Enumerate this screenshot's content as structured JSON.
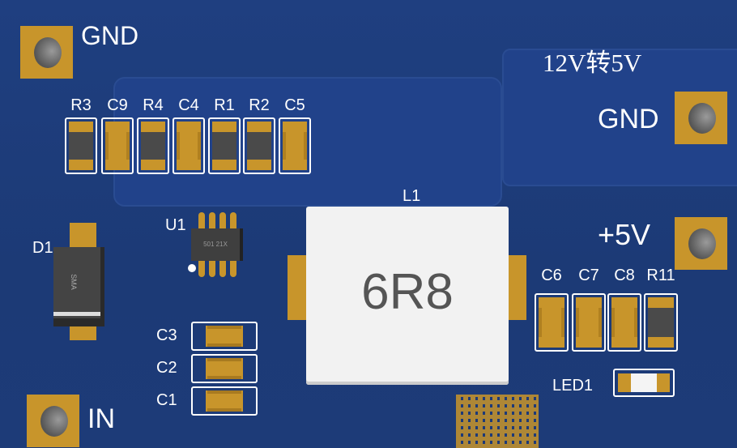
{
  "colors": {
    "board": "#1d3a78",
    "copper": "#c8952b",
    "silkscreen": "#ffffff",
    "inductor_body": "#f2f2f2"
  },
  "title": "12V转5V",
  "pads": {
    "gnd_top_left": "GND",
    "gnd_right": "GND",
    "plus5v": "+5V",
    "input": "IN"
  },
  "top_row": [
    {
      "ref": "R3",
      "type": "resistor"
    },
    {
      "ref": "C9",
      "type": "capacitor"
    },
    {
      "ref": "R4",
      "type": "resistor"
    },
    {
      "ref": "C4",
      "type": "capacitor"
    },
    {
      "ref": "R1",
      "type": "resistor"
    },
    {
      "ref": "R2",
      "type": "resistor"
    },
    {
      "ref": "C5",
      "type": "capacitor"
    }
  ],
  "right_row": [
    {
      "ref": "C6",
      "type": "capacitor"
    },
    {
      "ref": "C7",
      "type": "capacitor"
    },
    {
      "ref": "C8",
      "type": "capacitor"
    },
    {
      "ref": "R11",
      "type": "resistor"
    }
  ],
  "input_caps": [
    "C3",
    "C2",
    "C1"
  ],
  "u1": {
    "ref": "U1",
    "marking": "501 21X"
  },
  "d1": {
    "ref": "D1",
    "marking": "SMA"
  },
  "l1": {
    "ref": "L1",
    "marking": "6R8"
  },
  "led": {
    "ref": "LED1"
  },
  "qr_icon": "qr-code-icon"
}
